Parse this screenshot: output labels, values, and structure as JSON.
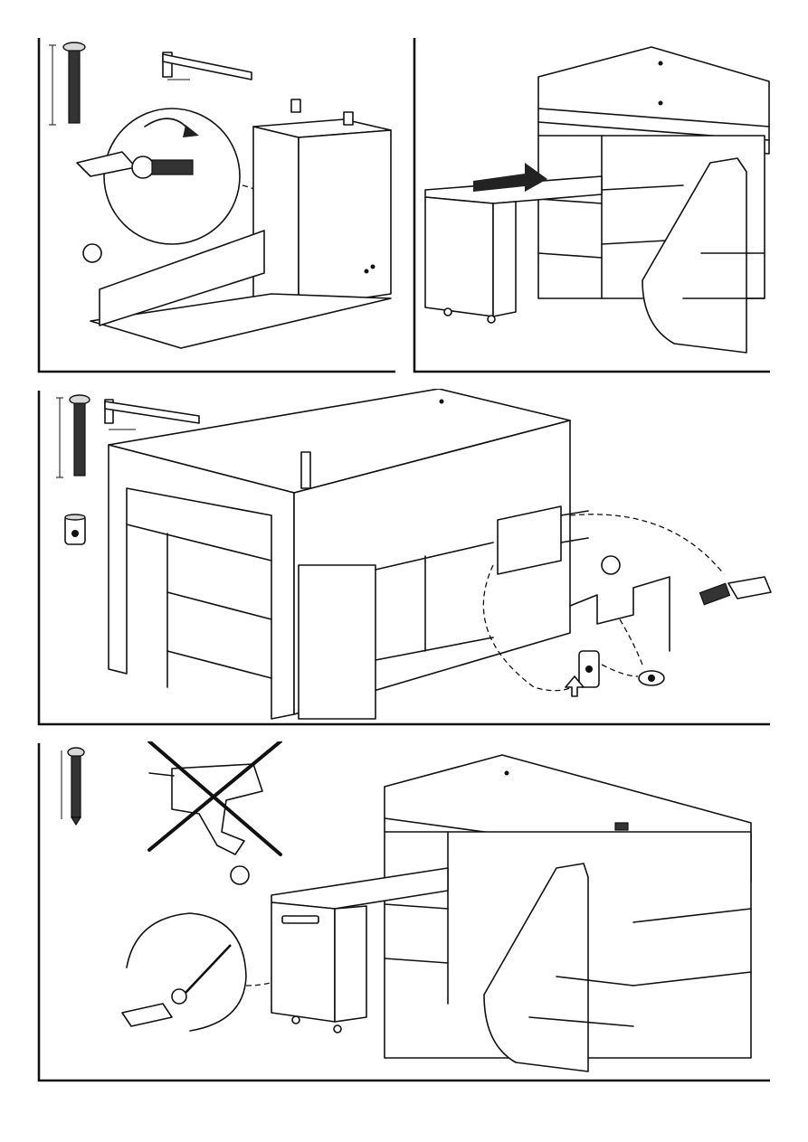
{
  "page": {
    "background": "#ffffff",
    "line_color": "#111111",
    "arrow_color": "#222222"
  },
  "steps": [
    {
      "id": "step-1",
      "parts": [
        "long-bolt-icon",
        "allen-key-icon"
      ],
      "actions": [
        "rotate-arrow-icon",
        "screwdriver-tighten-icon"
      ],
      "subject": "drawer-unit-with-castors"
    },
    {
      "id": "step-2",
      "parts": [],
      "actions": [
        "push-arrow-icon"
      ],
      "subject": "desk-slides-under-bed"
    },
    {
      "id": "step-3",
      "parts": [
        "long-bolt-icon",
        "allen-key-icon",
        "cam-nut-icon"
      ],
      "actions": [
        "insert-up-arrow-icon",
        "eye-inspect-icon"
      ],
      "subject": "bed-frame-with-shelving"
    },
    {
      "id": "step-4",
      "parts": [
        "wood-screw-icon"
      ],
      "actions": [
        "no-power-drill-icon",
        "screwdriver-tighten-icon"
      ],
      "subject": "bed-with-ladder-and-desk"
    }
  ]
}
